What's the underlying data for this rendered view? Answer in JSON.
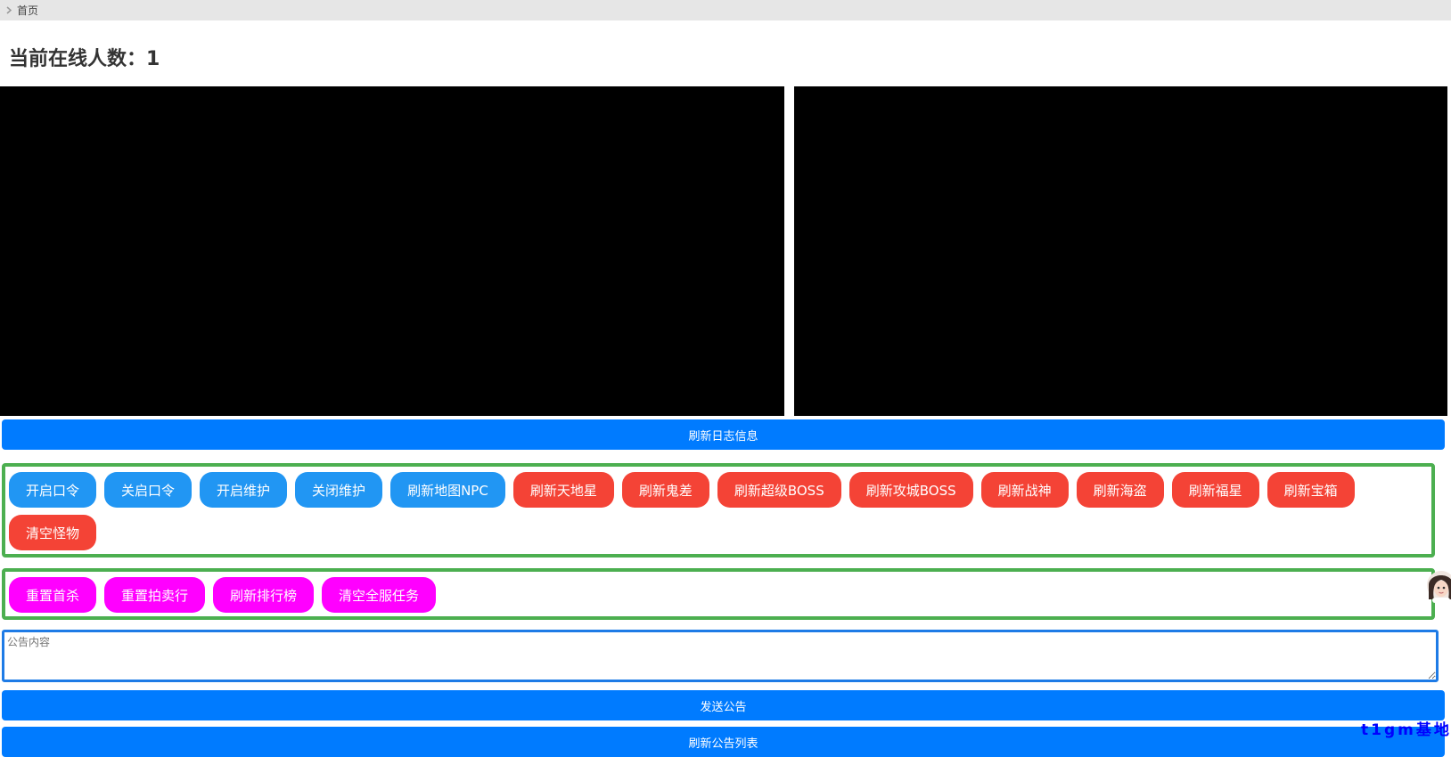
{
  "breadcrumb": {
    "home": "首页"
  },
  "header": {
    "title": "当前在线人数：1"
  },
  "actions": {
    "refresh_log": "刷新日志信息",
    "send_notice": "发送公告",
    "bottom_partial": "刷新公告列表"
  },
  "group1": [
    {
      "label": "开启口令",
      "color": "blue"
    },
    {
      "label": "关启口令",
      "color": "blue"
    },
    {
      "label": "开启维护",
      "color": "blue"
    },
    {
      "label": "关闭维护",
      "color": "blue"
    },
    {
      "label": "刷新地图NPC",
      "color": "blue"
    },
    {
      "label": "刷新天地星",
      "color": "red"
    },
    {
      "label": "刷新鬼差",
      "color": "red"
    },
    {
      "label": "刷新超级BOSS",
      "color": "red"
    },
    {
      "label": "刷新攻城BOSS",
      "color": "red"
    },
    {
      "label": "刷新战神",
      "color": "red"
    },
    {
      "label": "刷新海盗",
      "color": "red"
    },
    {
      "label": "刷新福星",
      "color": "red"
    },
    {
      "label": "刷新宝箱",
      "color": "red"
    },
    {
      "label": "清空怪物",
      "color": "red"
    }
  ],
  "group2": [
    {
      "label": "重置首杀",
      "color": "magenta"
    },
    {
      "label": "重置拍卖行",
      "color": "magenta"
    },
    {
      "label": "刷新排行榜",
      "color": "magenta"
    },
    {
      "label": "清空全服任务",
      "color": "magenta"
    }
  ],
  "notice": {
    "placeholder": "公告内容"
  },
  "watermark": "t1gm基地",
  "colors": {
    "primary": "#007bff",
    "blue": "#2196f3",
    "red": "#f44336",
    "magenta": "#ff00ff",
    "group_border": "#4caf50"
  }
}
